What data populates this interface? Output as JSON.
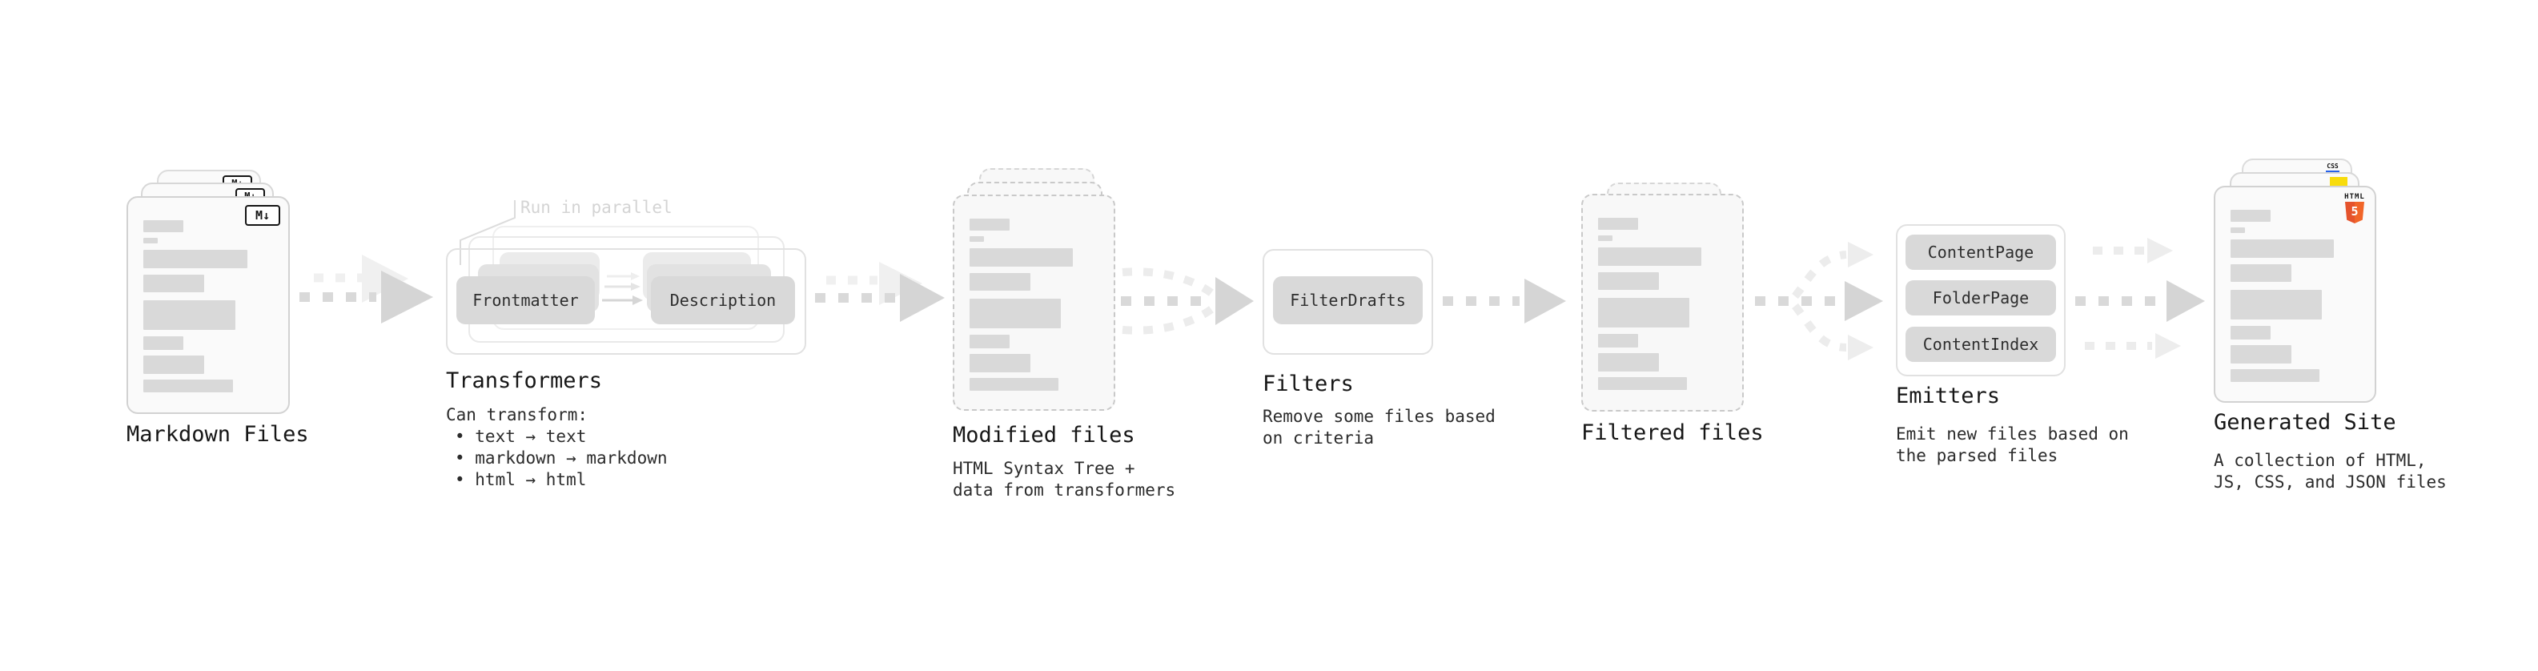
{
  "stages": {
    "markdown": {
      "label": "Markdown Files"
    },
    "transformers": {
      "label": "Transformers",
      "annotation": "Run in parallel",
      "box_frontmatter": "Frontmatter",
      "box_description": "Description",
      "desc_title": "Can transform:",
      "bullet1": "• text → text",
      "bullet2": "• markdown → markdown",
      "bullet3": "• html → html"
    },
    "modified": {
      "label": "Modified files",
      "desc1": "HTML Syntax Tree +",
      "desc2": "data from transformers"
    },
    "filters": {
      "label": "Filters",
      "box_filterdrafts": "FilterDrafts",
      "desc1": "Remove some files based",
      "desc2": "on criteria"
    },
    "filtered": {
      "label": "Filtered files"
    },
    "emitters": {
      "label": "Emitters",
      "box_contentpage": "ContentPage",
      "box_folderpage": "FolderPage",
      "box_contentindex": "ContentIndex",
      "desc1": "Emit new files based on",
      "desc2": "the parsed files"
    },
    "generated": {
      "label": "Generated Site",
      "desc1": "A collection of HTML,",
      "desc2": "JS, CSS, and JSON files"
    }
  },
  "icons": {
    "markdown_badge": "M↓",
    "html5_wordmark": "HTML",
    "html5_number": "5",
    "css_wordmark": "CSS"
  },
  "colors": {
    "bar_gray": "#d9d9d9",
    "pill_gray": "#d9d9d9",
    "arrow_gray": "#d5d5d5",
    "arrow_light": "#ededed",
    "html5_orange": "#e5532c",
    "html5_orange_light": "#f16529",
    "js_yellow": "#f8dc0c",
    "css_blue": "#2862e9",
    "annotation_gray": "#d4d4d4"
  }
}
